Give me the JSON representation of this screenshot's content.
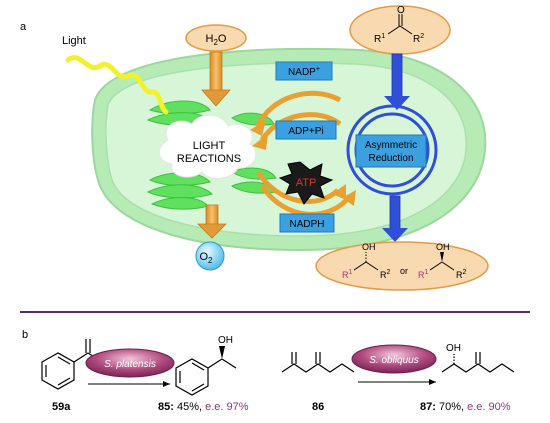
{
  "panel_a": {
    "label": "a",
    "light": "Light",
    "water_main": "H",
    "water_sub": "2",
    "water_end": "O",
    "oxygen_main": "O",
    "oxygen_sub": "2",
    "light_reactions": [
      "LIGHT",
      "REACTIONS"
    ],
    "nadp_main": "NADP",
    "nadp_sup": "+",
    "adp": "ADP+Pi",
    "atp": "ATP",
    "nadph": "NADPH",
    "asymmetric": [
      "Asymmetric",
      "Reduction"
    ],
    "ketone_o": "O",
    "r1": "R",
    "r1_sup": "1",
    "r2": "R",
    "r2_sup": "2",
    "oh": "OH",
    "or": "or"
  },
  "panel_b": {
    "label": "b",
    "oh": "OH",
    "enzyme1": "S. platensis",
    "enzyme2": "S. obliquus",
    "c59a": "59a",
    "c85": "85:",
    "c85_yield": " 45%, ",
    "c85_ee": "e.e. 97%",
    "c86": "86",
    "c87": "87:",
    "c87_yield": " 70%, ",
    "c87_ee": "e.e. 90%"
  },
  "colors": {
    "chloroplast": "#c8f0c8",
    "thylakoid": "#55dd55",
    "orange_arrow": "#e8a030",
    "blue_arrow": "#2f4fd8",
    "label_box": "#3aa0e0",
    "peach": "#f9d9b0",
    "divider": "#5a2a6a",
    "ee_purple": "#8a3a7a",
    "enzyme_pill": "#a03a70"
  }
}
